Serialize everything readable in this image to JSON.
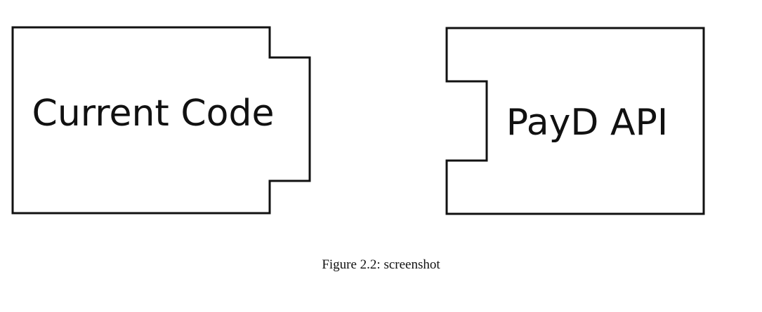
{
  "diagram": {
    "blocks": [
      {
        "id": "current-code",
        "label": "Current Code",
        "connector": "notch-right"
      },
      {
        "id": "payd-api",
        "label": "PayD API",
        "connector": "notch-left"
      }
    ],
    "colors": {
      "stroke": "#111111",
      "background": "#ffffff"
    }
  },
  "caption": "Figure 2.2: screenshot"
}
